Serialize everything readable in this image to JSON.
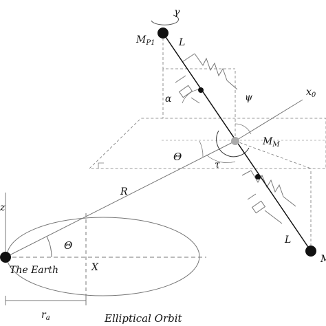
{
  "labels": {
    "gamma": "γ",
    "m_p1": "M",
    "m_p1_sub": "P1",
    "l_upper": "L",
    "alpha": "α",
    "psi": "ψ",
    "x0": "x",
    "x0_sub": "0",
    "m_m": "M",
    "m_m_sub": "M",
    "theta_upper": "Θ",
    "tau": "τ",
    "r_big": "R",
    "z_axis": "z",
    "theta_lower": "Θ",
    "l_lower": "L",
    "m_p2_partial": "M",
    "earth": "The Earth",
    "x_axis": "X",
    "r_a": "r",
    "r_a_sub": "a",
    "orbit": "Elliptical Orbit"
  },
  "colors": {
    "line": "#777777",
    "dark": "#111111",
    "hub": "#aaaaaa"
  }
}
